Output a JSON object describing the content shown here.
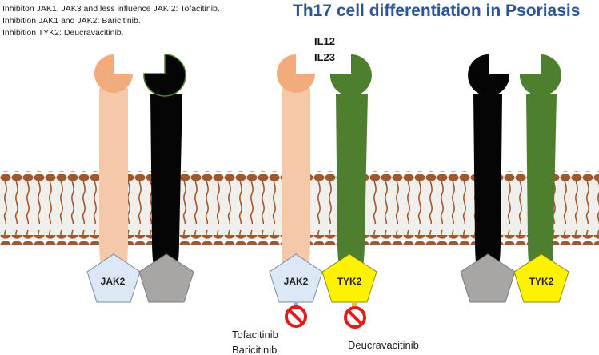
{
  "notes": [
    "Inhibiton JAK1, JAK3 and less influence JAK 2: Tofacitinib.",
    "Inhibition JAK1 and  JAK2: Baricitinib.",
    "Inhibition TYK2: Deucravacitinib."
  ],
  "title": "Th17 cell differentiation in Psoriasis",
  "cytokines": [
    "IL12",
    "IL23"
  ],
  "kinases": {
    "jak2": "JAK2",
    "tyk2": "TYK2"
  },
  "drugs": {
    "tofacitinib": "Tofacitinib",
    "baricitinib": "Baricitinib",
    "deucravacitinib": "Deucravacitinib"
  },
  "colors": {
    "title": "#2e5597",
    "jak_chain_body": "#f6c8aa",
    "jak_chain_head": "#f2ab7c",
    "black_chain": "#050505",
    "green_chain": "#4e7f2f",
    "jak2_pentagon": "#dce8f6",
    "tyk2_pentagon": "#fff200",
    "gray_pentagon": "#a8a5a5",
    "membrane_head": "#9b5a32",
    "inhibitor_red": "#e21b1b"
  },
  "icons": [
    "membrane-bilayer",
    "no-symbol-icon"
  ]
}
